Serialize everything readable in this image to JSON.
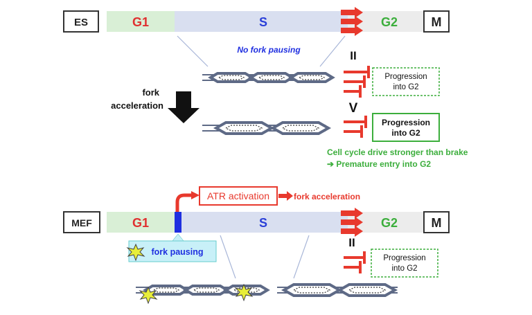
{
  "es": {
    "label": "ES",
    "phases": {
      "g1": "G1",
      "s": "S",
      "g2": "G2",
      "m": "M"
    },
    "no_pausing": "No fork pausing",
    "parallel_sign": "II",
    "greater_sign": "V",
    "progression_weak": [
      "Progression",
      "into G2"
    ],
    "progression_strong": [
      "Progression",
      "into G2"
    ],
    "fork_acceleration": [
      "fork",
      "acceleration"
    ],
    "conclusion": [
      "Cell cycle drive stronger than brake",
      "➔ Premature entry into G2"
    ]
  },
  "mef": {
    "label": "MEF",
    "phases": {
      "g1": "G1",
      "s": "S",
      "g2": "G2",
      "m": "M"
    },
    "atr_activation": "ATR activation",
    "fork_acceleration": "fork acceleration",
    "fork_pausing": "fork pausing",
    "parallel_sign": "II",
    "progression": [
      "Progression",
      "into G2"
    ]
  },
  "colors": {
    "g1_fill": "#d9efd6",
    "s_fill": "#d9dff0",
    "g2_fill": "#ececec",
    "g1_text": "#e03030",
    "s_text": "#2a3fd8",
    "g2_text": "#3cae3c",
    "red": "#e8392d",
    "green": "#3cae3c",
    "blue": "#1f2fe0",
    "pausing_box": "#c8f0f8",
    "star": "#e8ee3a"
  }
}
